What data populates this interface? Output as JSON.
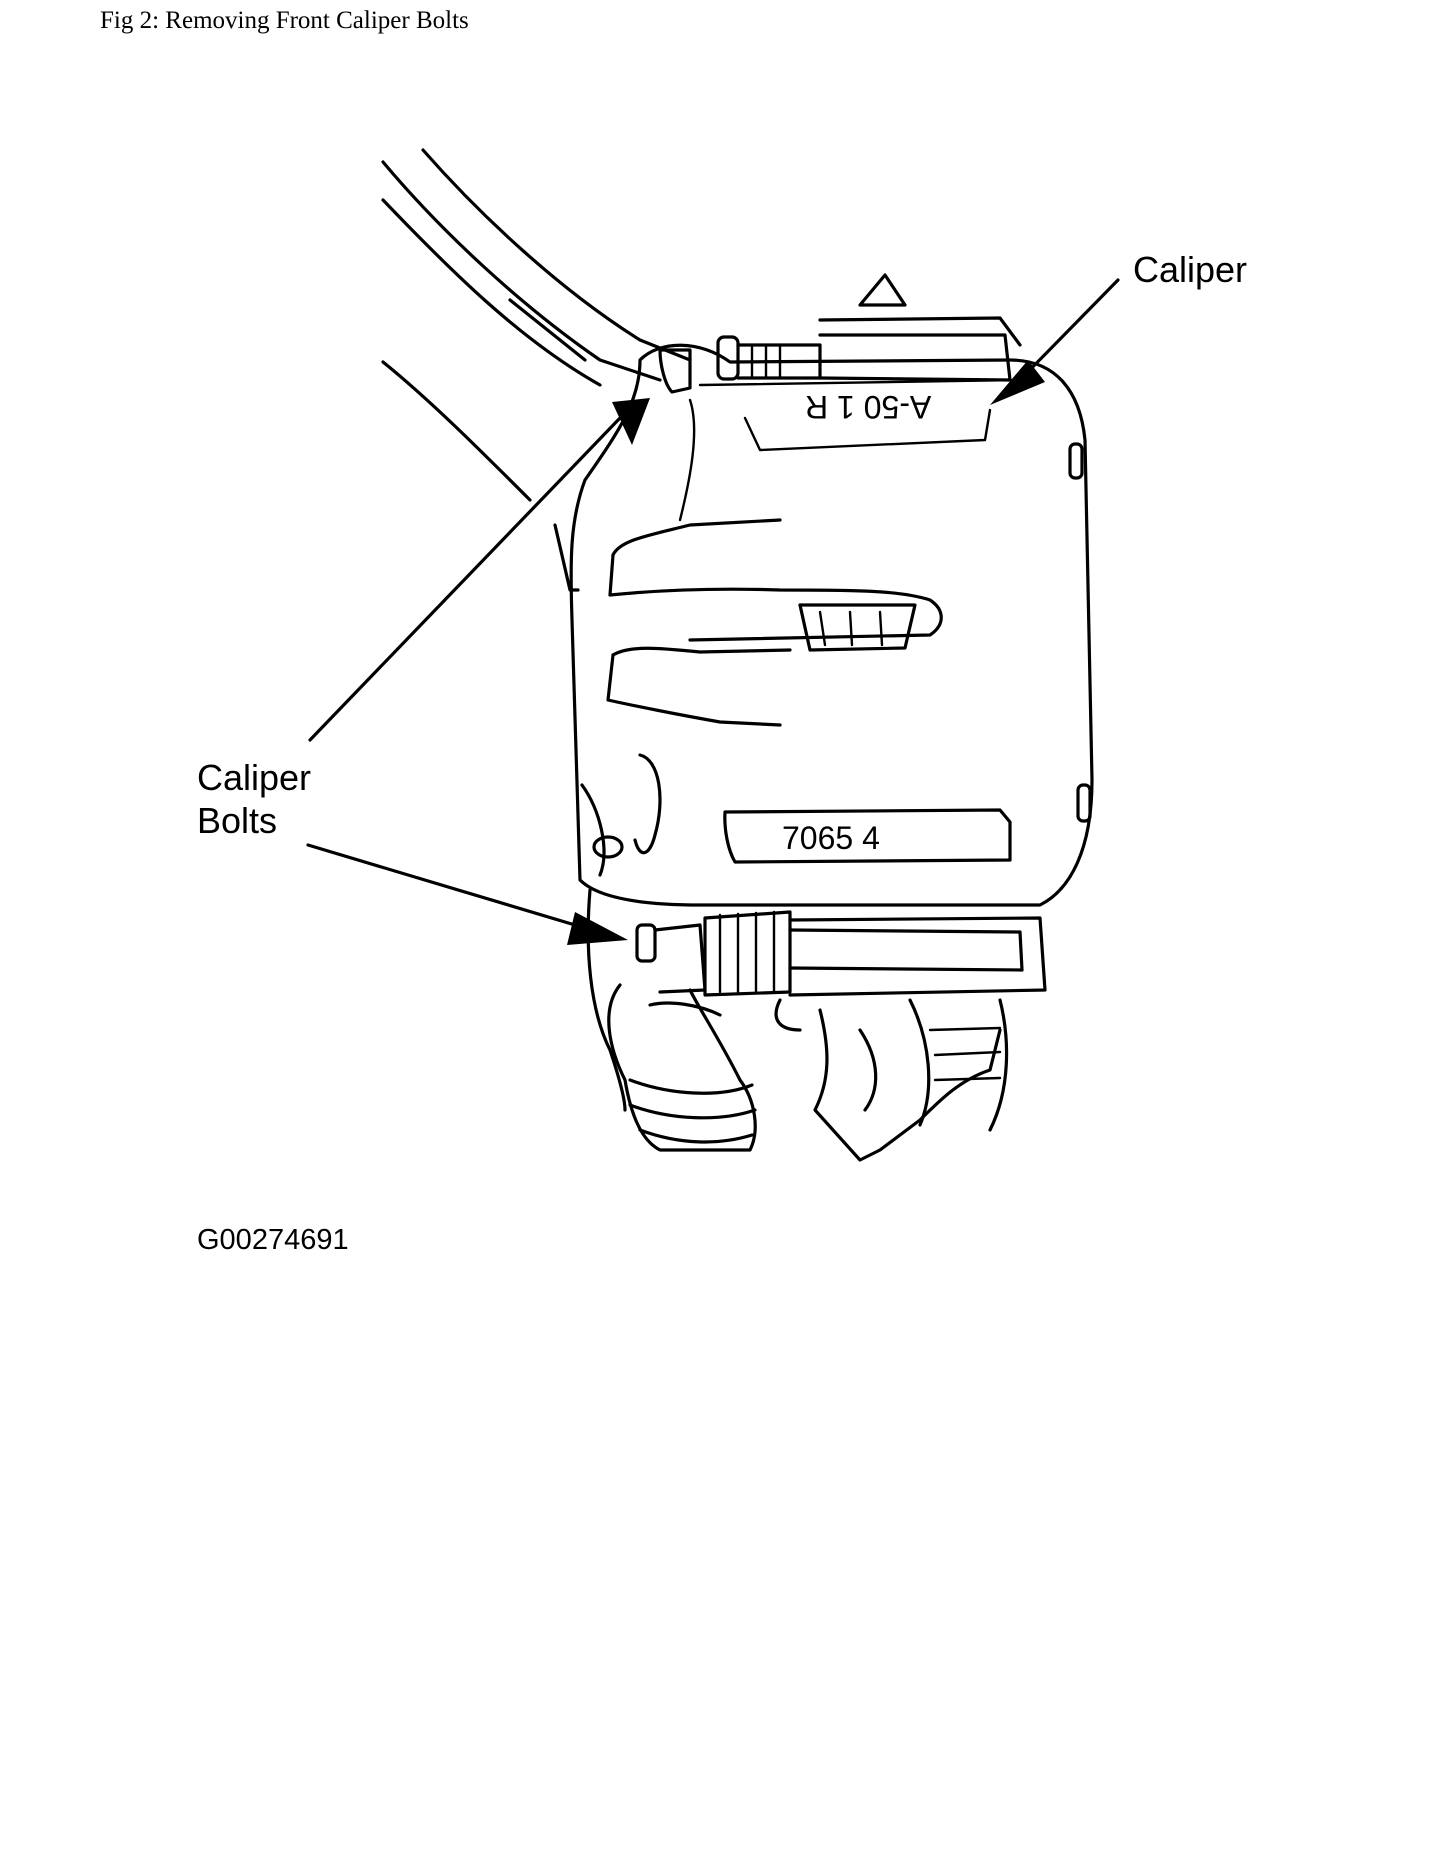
{
  "caption": "Fig 2: Removing Front Caliper Bolts",
  "labels": {
    "caliper": "Caliper",
    "caliper_bolts_line1": "Caliper",
    "caliper_bolts_line2": "Bolts"
  },
  "reference_code": "G00274691",
  "stamps": {
    "upper": "A-50 1 R",
    "lower": "7065 4"
  }
}
